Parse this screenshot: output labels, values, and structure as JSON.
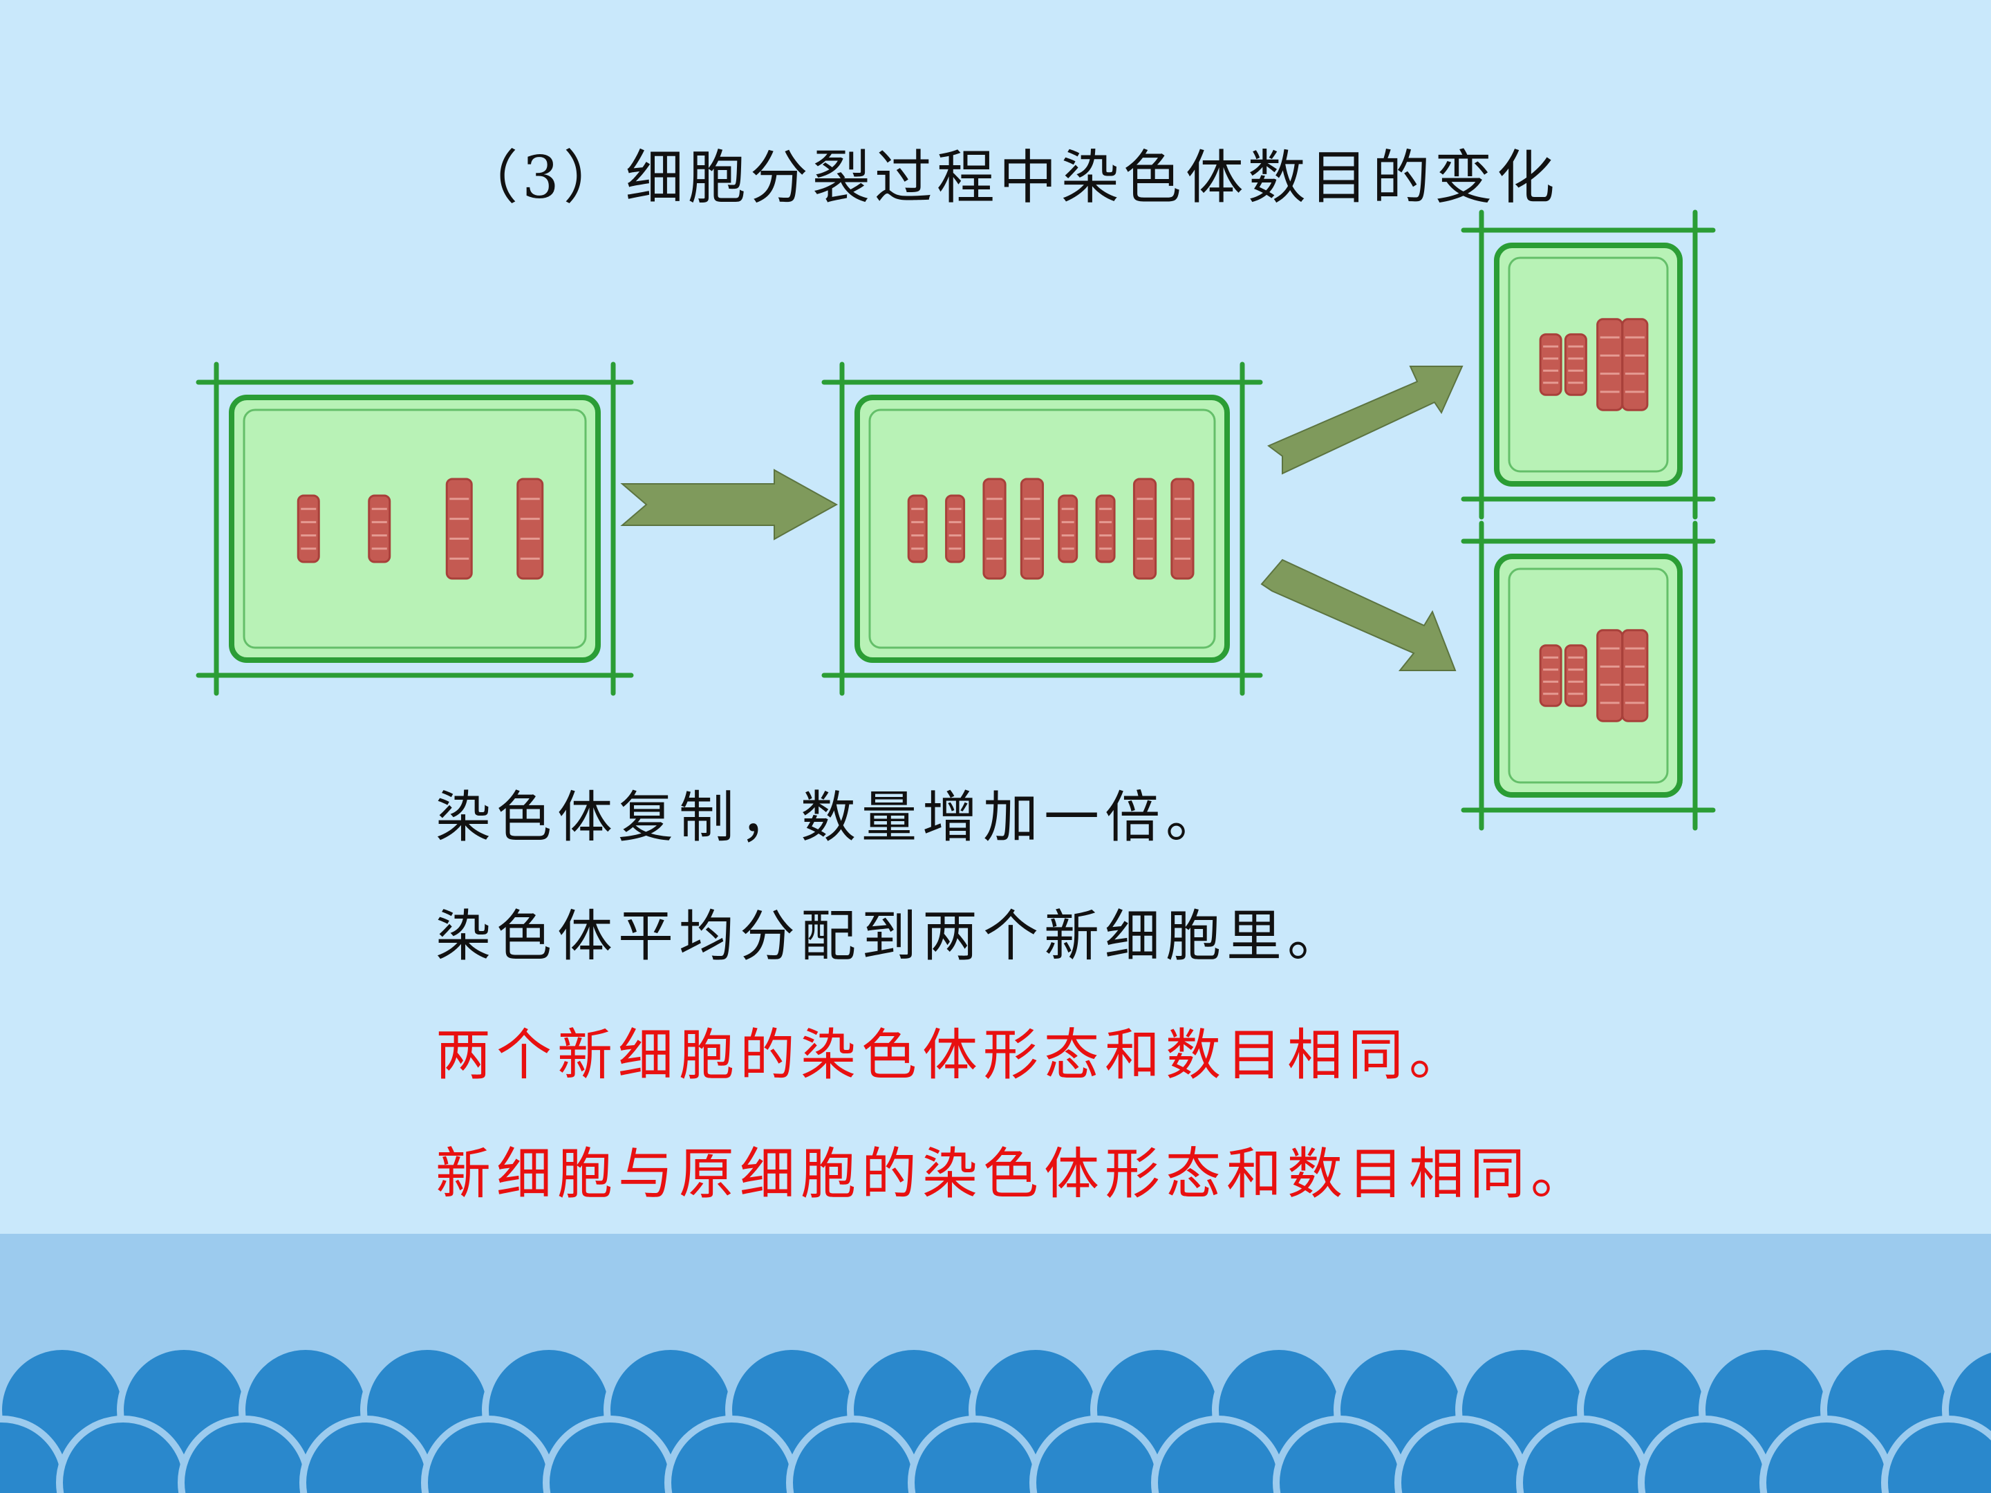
{
  "slide": {
    "title": "（3）细胞分裂过程中染色体数目的变化",
    "lines": [
      "染色体复制，数量增加一倍。",
      "染色体平均分配到两个新细胞里。",
      "两个新细胞的染色体形态和数目相同。",
      "新细胞与原细胞的染色体形态和数目相同。"
    ]
  },
  "colors": {
    "background": "#c9e8fb",
    "bottom_band": "#9ccbee",
    "scallop": "#2a88cc",
    "cell_wall": "#2b9d35",
    "cell_fill": "#b8f2b6",
    "chromosome": "#c45a52",
    "arrow": "#7f9a5c",
    "black_text": "#111111",
    "red_text": "#e81010"
  },
  "diagram": {
    "cells": [
      {
        "id": "parent-cell",
        "chromosomes": 4
      },
      {
        "id": "duplicated-cell",
        "chromosomes": 8
      },
      {
        "id": "daughter-cell-top",
        "chromosomes": 4
      },
      {
        "id": "daughter-cell-bottom",
        "chromosomes": 4
      }
    ],
    "arrows": [
      "arrow-parent-to-duplicated",
      "arrow-to-daughter-top",
      "arrow-to-daughter-bottom"
    ]
  }
}
